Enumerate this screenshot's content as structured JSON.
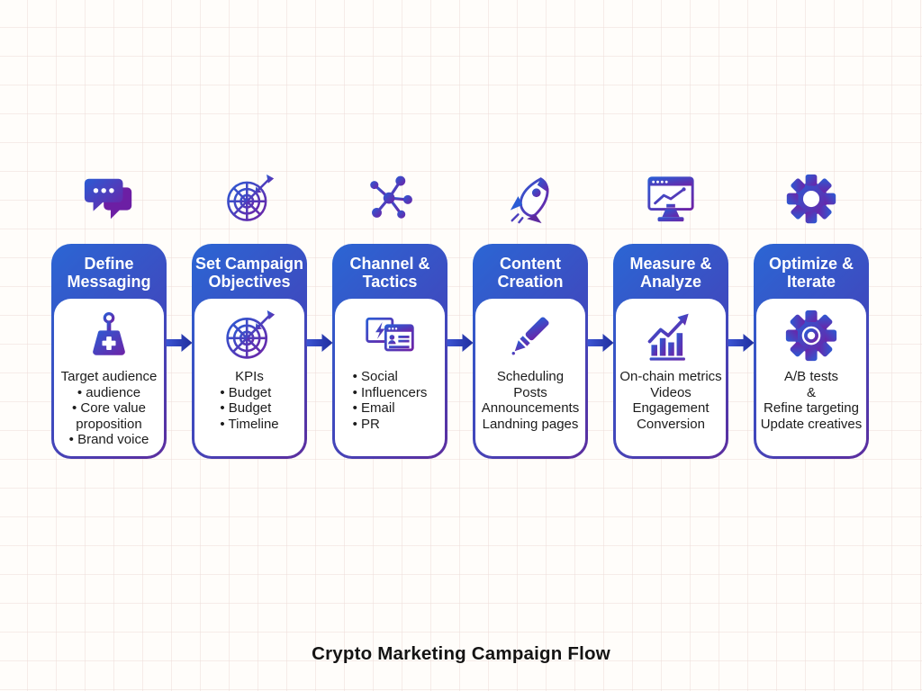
{
  "title": "Crypto Marketing Campaign Flow",
  "colors": {
    "gradient_blue": "#2b66d4",
    "gradient_purple": "#5c2d9e",
    "icon_blue": "#2a5cd4",
    "icon_purple": "#6e22a6",
    "arrow_start": "#3c55d4",
    "arrow_end": "#1f2d9c",
    "text": "#1c1c1c",
    "background": "#fffdfa",
    "grid_line": "#eededa"
  },
  "stages": [
    {
      "top_icon": "chat-bubbles-icon",
      "body_icon": "weight-icon",
      "header_lines": [
        "Define",
        "Messaging"
      ],
      "items": [
        "Target audience",
        "• audience",
        "• Core value proposition",
        "• Brand voice"
      ]
    },
    {
      "top_icon": "dartboard-icon",
      "body_icon": "dartboard-icon",
      "header_lines": [
        "Set Campaign",
        "Objectives"
      ],
      "lead_item": "KPIs",
      "items": [
        "• Budget",
        "• Budget",
        "• Timeline"
      ]
    },
    {
      "top_icon": "network-icon",
      "body_icon": "browser-windows-icon",
      "header_lines": [
        "Channel &",
        "Tactics"
      ],
      "items": [
        "• Social",
        "• Influencers",
        "• Email",
        "• PR"
      ]
    },
    {
      "top_icon": "rocket-icon",
      "body_icon": "pen-icon",
      "header_lines": [
        "Content",
        "Creation"
      ],
      "items": [
        "Scheduling",
        "Posts",
        "Announcements",
        "Landning pages"
      ]
    },
    {
      "top_icon": "monitor-chart-icon",
      "body_icon": "bar-chart-growth-icon",
      "header_lines": [
        "Measure &",
        "Analyze"
      ],
      "items": [
        "On-chain metrics",
        "Videos",
        "Engagement",
        "Conversion"
      ]
    },
    {
      "top_icon": "gear-icon",
      "body_icon": "gear-ring-icon",
      "header_lines": [
        "Optimize &",
        "Iterate"
      ],
      "items": [
        "A/B tests",
        "&",
        "Refine targeting",
        "Update creatives"
      ]
    }
  ]
}
